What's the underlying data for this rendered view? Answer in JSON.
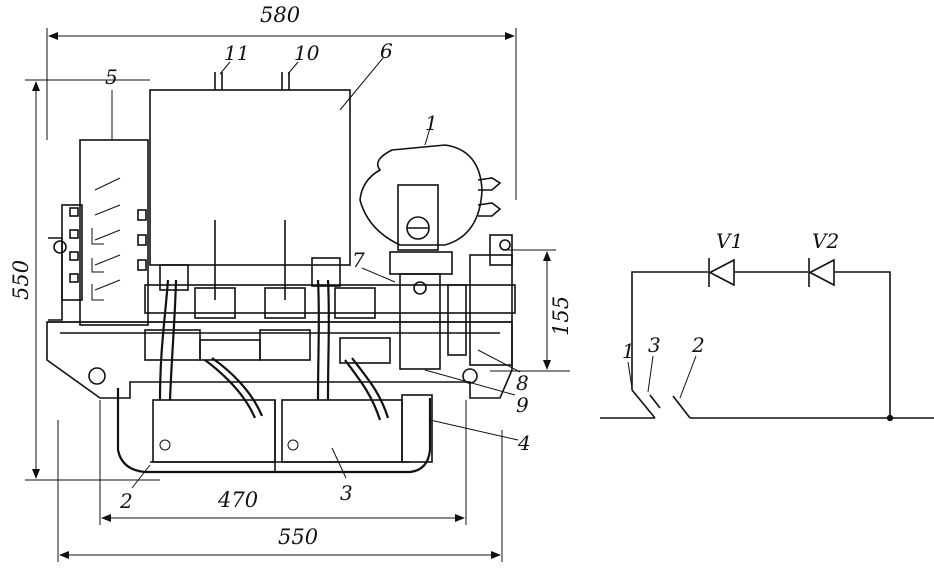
{
  "drawing": {
    "dimensions": {
      "top_width": "580",
      "height": "550",
      "height_right": "155",
      "mount_width": "470",
      "bottom_width": "550"
    },
    "labels": {
      "l1": "1",
      "l2": "2",
      "l3": "3",
      "l4": "4",
      "l5": "5",
      "l6": "6",
      "l7": "7",
      "l8": "8",
      "l9": "9",
      "l10": "10",
      "l11": "11"
    }
  },
  "circuit": {
    "diode1": "V1",
    "diode2": "V2",
    "contact1": "1",
    "contact3": "3",
    "contact2": "2"
  }
}
